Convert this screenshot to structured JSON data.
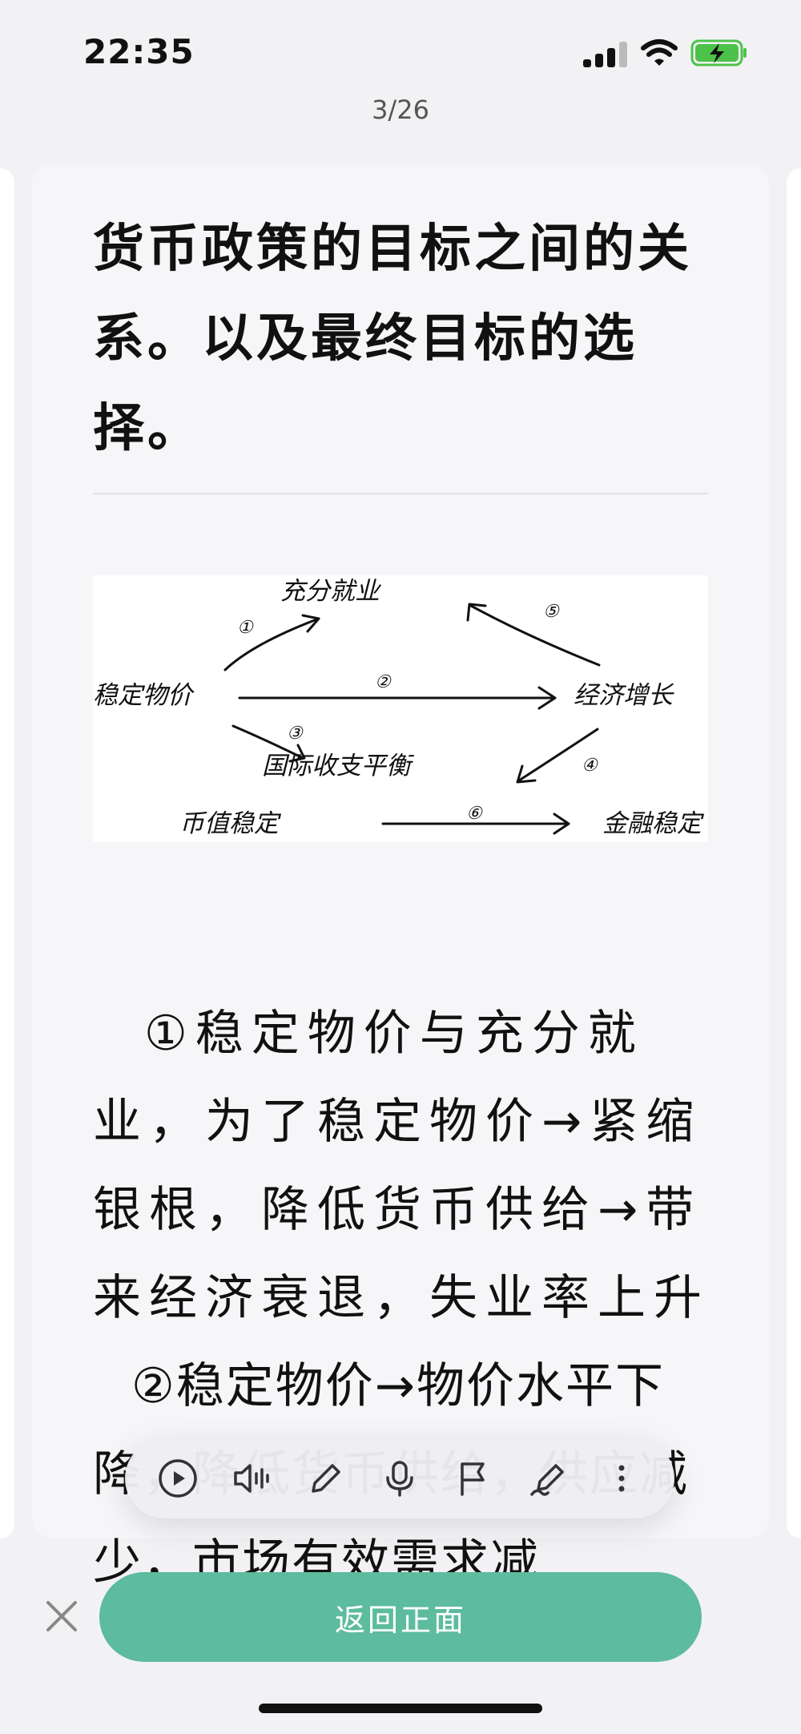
{
  "status_bar": {
    "time": "22:35"
  },
  "page_counter": "3/26",
  "card": {
    "title": "货币政策的目标之间的关系。以及最终目标的选择。",
    "diagram": {
      "labels": {
        "full_employment": "充分就业",
        "stable_prices": "稳定物价",
        "economic_growth": "经济增长",
        "balance_of_payments": "国际收支平衡",
        "currency_stability": "币值稳定",
        "financial_stability": "金融稳定"
      },
      "markers": [
        "①",
        "②",
        "③",
        "④",
        "⑤",
        "⑥"
      ]
    },
    "body": [
      "①稳定物价与充分就业，为了稳定物价→紧缩银根，降低货币供给→带来经济衰退，失业率上升",
      "②稳定物价→物价水平下降，降低货币供给，供应减少，市场有效需求减"
    ]
  },
  "toolbar": {
    "items": [
      "play-icon",
      "speaker-icon",
      "pencil-icon",
      "microphone-icon",
      "flag-icon",
      "handwriting-icon",
      "more-icon"
    ]
  },
  "footer": {
    "flip_label": "返回正面"
  }
}
